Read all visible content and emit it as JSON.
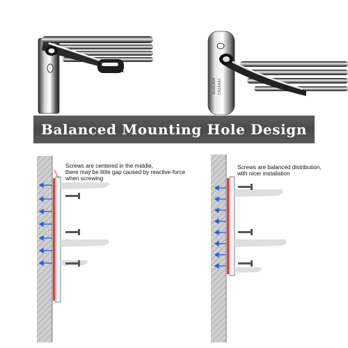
{
  "photos": {
    "left": {
      "icon": "towel-rack-bracket-photo"
    },
    "right": {
      "icon": "towel-rack-bracket-photo",
      "stamp": [
        "SUS304",
        "OAZAAAZ"
      ]
    }
  },
  "banner": {
    "title": "Balanced Mounting Hole Design"
  },
  "diagrams": {
    "left": {
      "lines": [
        "Screws are centered in the middle,",
        "there may be little gap caused by reactive-force",
        "when screwing"
      ]
    },
    "right": {
      "lines": [
        "Screws are balanced distribution,",
        "with nicer installation"
      ]
    }
  },
  "colors": {
    "banner": "#4f4f4f",
    "wall": "#c8c8c8",
    "arrow": "#2b5fd9",
    "gasket": "#e23a3a"
  }
}
